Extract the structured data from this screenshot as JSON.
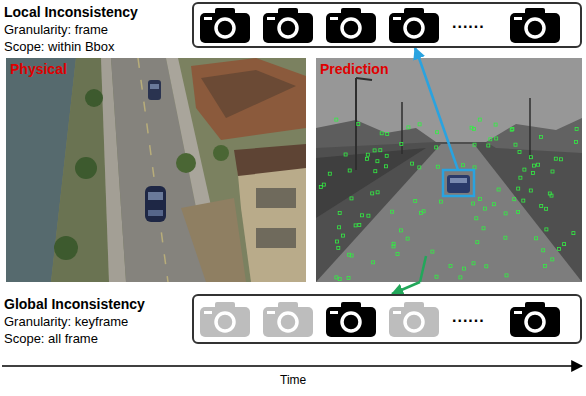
{
  "diagram": {
    "nodes": [
      {
        "text": [
          "......"
        ]
      },
      {
        "text": [
          "Physical"
        ]
      },
      {
        "text": [
          "Prediction"
        ]
      },
      {
        "text": [
          "......"
        ]
      }
    ],
    "edges": [
      {
        "from": 2,
        "to": 0,
        "arrow": "to"
      },
      {
        "from": 2,
        "to": 3,
        "arrow": "to"
      }
    ],
    "labels": [
      "Local Inconsistency",
      "Granularity: frame",
      "Scope: within Bbox",
      "Global Inconsistency",
      "Granularity: keyframe",
      "Scope: all frame",
      "Time"
    ]
  }
}
